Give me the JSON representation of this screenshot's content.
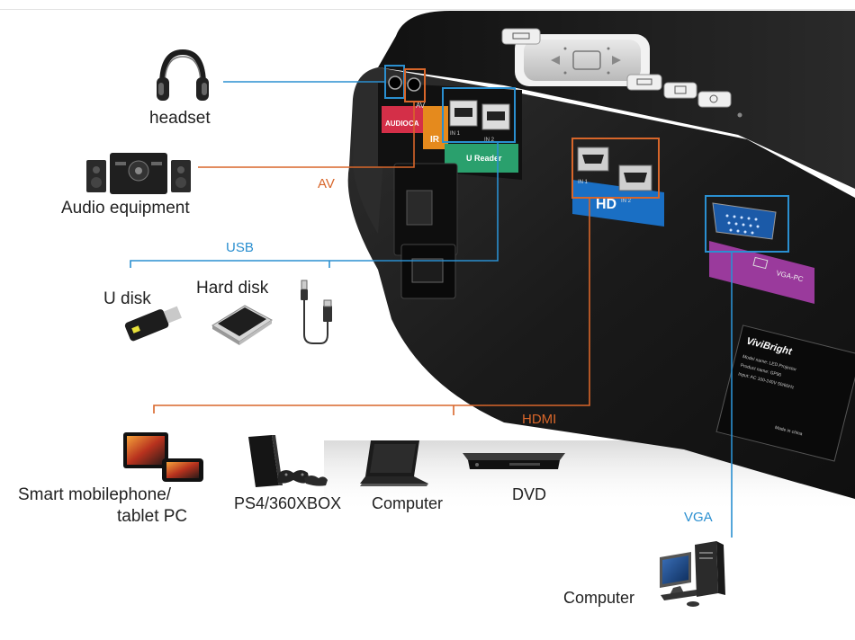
{
  "port_labels": {
    "audio": "AUDIO",
    "av": "AV",
    "ca": "CA",
    "ir": "IR",
    "u_reader": "U Reader",
    "in1": "IN 1",
    "in2": "IN 2",
    "hd": "HD",
    "vga_pc": "VGA-PC"
  },
  "sticker": {
    "brand": "ViviBright",
    "lines": [
      "Model name: LED Projector",
      "Product name: GP90",
      "Input: AC 100-240V 50/60Hz",
      "Made in china"
    ]
  },
  "connections": {
    "av": "AV",
    "usb": "USB",
    "hdmi": "HDMI",
    "vga": "VGA"
  },
  "devices": {
    "headset": "headset",
    "audio_equipment": "Audio equipment",
    "u_disk": "U disk",
    "hard_disk": "Hard disk",
    "smart_line1": "Smart mobilephone/",
    "smart_line2": "tablet PC",
    "console": "PS4/360XBOX",
    "laptop": "Computer",
    "dvd": "DVD",
    "desktop": "Computer"
  },
  "colors": {
    "blue_line": "#2a8fd0",
    "orange_line": "#d8662a",
    "projector_body": "#1b1b1b"
  },
  "icons": [
    "headset-icon",
    "speaker-system-icon",
    "usb-stick-icon",
    "hard-disk-icon",
    "usb-cable-icon",
    "tablet-phone-icon",
    "game-console-icon",
    "laptop-icon",
    "dvd-player-icon",
    "desktop-pc-icon"
  ]
}
